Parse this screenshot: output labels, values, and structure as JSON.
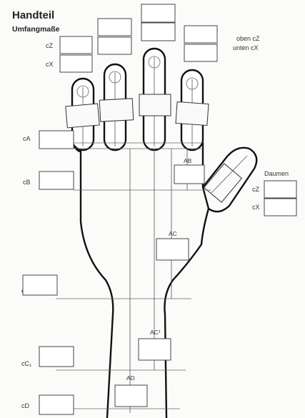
{
  "title": "Handteil",
  "subtitle": "Umfangmaße",
  "legend": {
    "top": "oben  cZ",
    "bottom": "unten cX"
  },
  "finger_labels": {
    "cz": "cZ",
    "cx": "cX"
  },
  "circumference_labels": {
    "cA": "cA",
    "cB": "cB",
    "cC": "cC",
    "cC1": "cC₁",
    "cD": "cD"
  },
  "length_labels": {
    "AB": "AB",
    "AC": "AC",
    "AC1": "AC¹",
    "AD": "AD"
  },
  "thumb": {
    "label": "Daumen",
    "cz": "cZ",
    "cx": "cX"
  }
}
